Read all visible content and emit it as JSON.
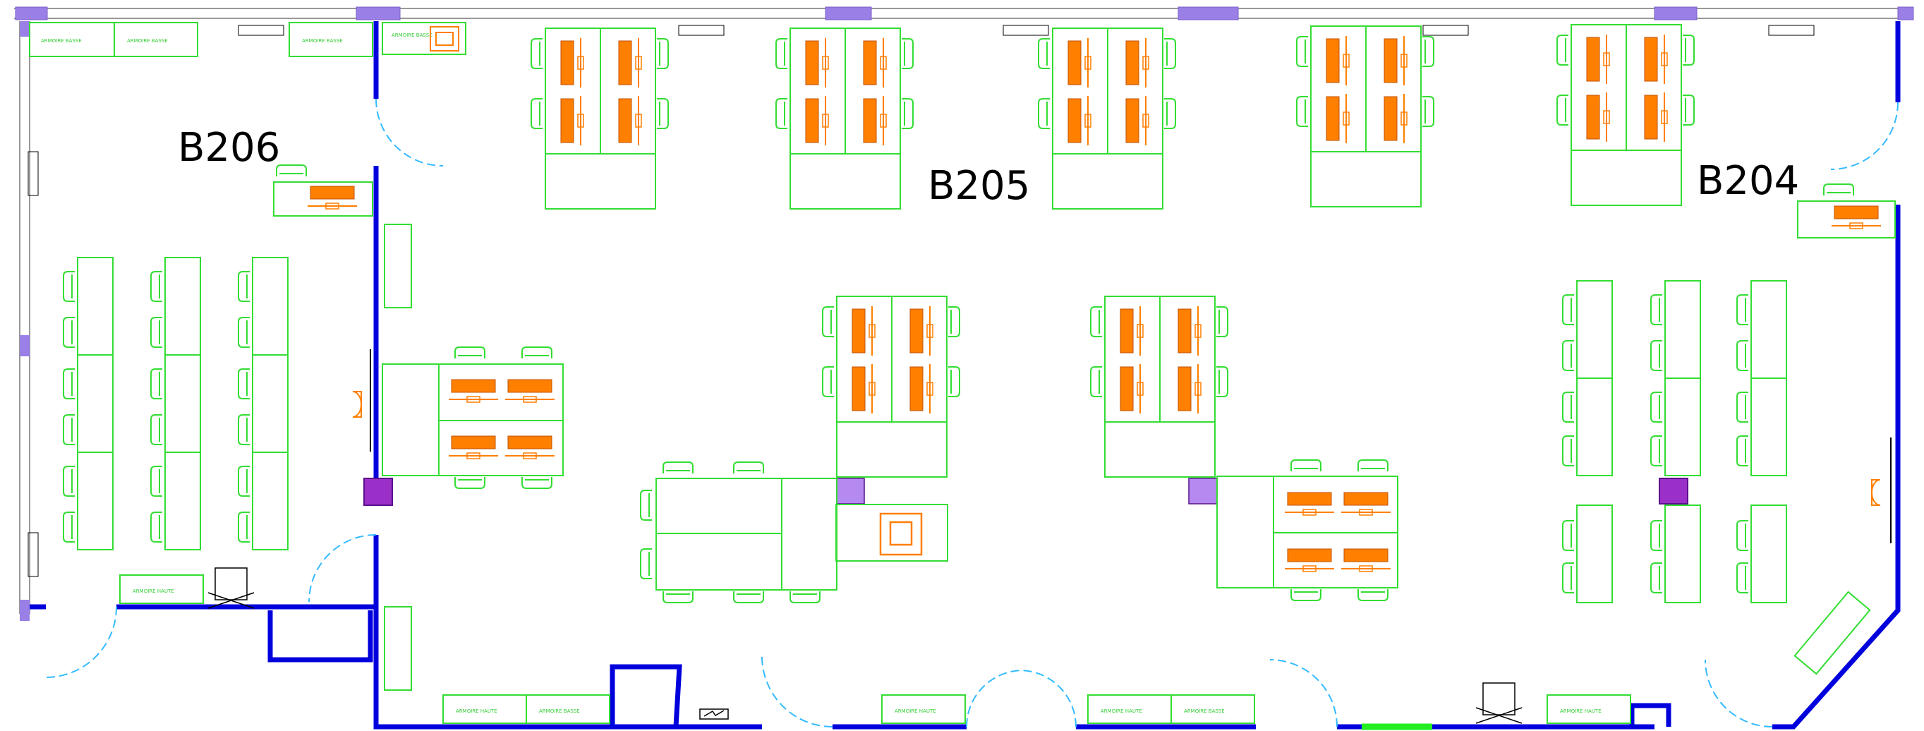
{
  "rooms": [
    {
      "id": "b206",
      "label": "B206"
    },
    {
      "id": "b205",
      "label": "B205"
    },
    {
      "id": "b204",
      "label": "B204"
    }
  ],
  "furniture_labels": {
    "armoire_basse": "ARMOIRE BASSE",
    "armoire_haute": "ARMOIRE HAUTE"
  },
  "colors": {
    "wall": "#0000dd",
    "furniture": "#33dd33",
    "equipment": "#ff7f00",
    "pillar": "#9b30c8",
    "pillar_light": "#b48af0",
    "door_arc": "#33bbff",
    "window": "#9a7fe6",
    "exterior_wall": "#bbbbbb",
    "green_exit": "#22ee22"
  }
}
